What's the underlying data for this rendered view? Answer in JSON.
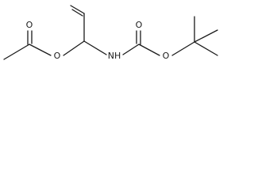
{
  "molecule": {
    "atoms": {
      "ester_o": "O",
      "carbonyl_o_left": "O",
      "carbonyl_o_right": "O",
      "carbamate_o": "O",
      "amine": "NH"
    }
  }
}
